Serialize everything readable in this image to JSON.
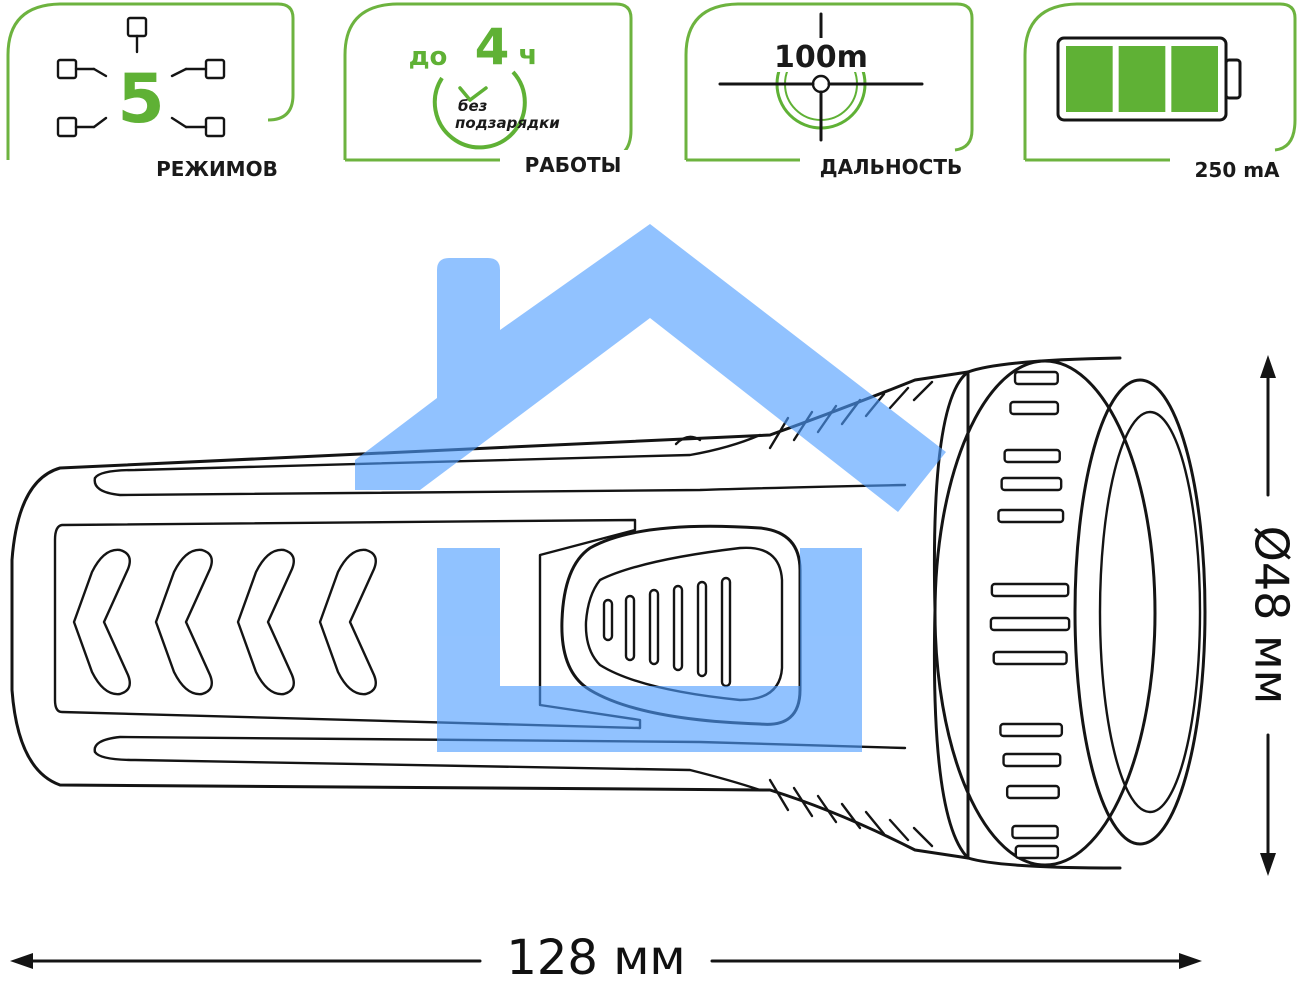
{
  "features": {
    "modes": {
      "number": "5",
      "label": "РЕЖИМОВ",
      "icon": "modes-icon"
    },
    "runtime": {
      "prefix": "до",
      "number": "4",
      "unit": "ч",
      "note_line1": "без",
      "note_line2": "подзарядки",
      "label": "РАБОТЫ",
      "icon": "clock-icon"
    },
    "range": {
      "value": "100m",
      "label": "ДАЛЬНОСТЬ",
      "icon": "crosshair-icon"
    },
    "battery": {
      "label": "250 mA",
      "icon": "battery-icon",
      "bars": 3
    }
  },
  "dimensions": {
    "diameter": "Ø48 мм",
    "length": "128 мм"
  },
  "watermark": {
    "icon": "house-logo-icon"
  },
  "colors": {
    "accent": "#5fb135",
    "ink": "#141414",
    "watermark": "#7fb8ff"
  }
}
